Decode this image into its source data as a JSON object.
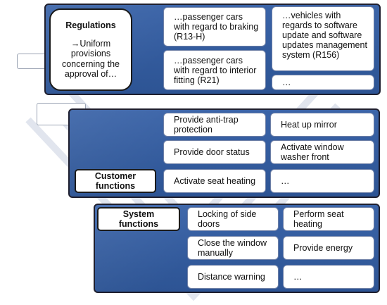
{
  "regulations": {
    "title": "Regulations",
    "subtitle": "→Uniform provisions concerning the approval of…",
    "items": [
      "…passenger cars with regard to braking (R13-H)",
      "…passenger cars with regard to interior fitting (R21)",
      "…vehicles with regards to software update and software updates management system (R156)",
      "…"
    ]
  },
  "customer_functions": {
    "title": "Customer functions",
    "items": [
      "Provide anti-trap protection",
      "Heat up mirror",
      "Provide door status",
      "Activate window washer front",
      "Activate seat heating",
      "…"
    ]
  },
  "system_functions": {
    "title": "System functions",
    "items": [
      "Locking of side doors",
      "Perform seat heating",
      "Close the window manually",
      "Provide energy",
      "Distance warning",
      "…"
    ]
  },
  "colors": {
    "panel_fill": "#2f5597",
    "panel_border": "#1f1f2e",
    "card_fill": "#ffffff",
    "chevron": "#d9dde8"
  }
}
